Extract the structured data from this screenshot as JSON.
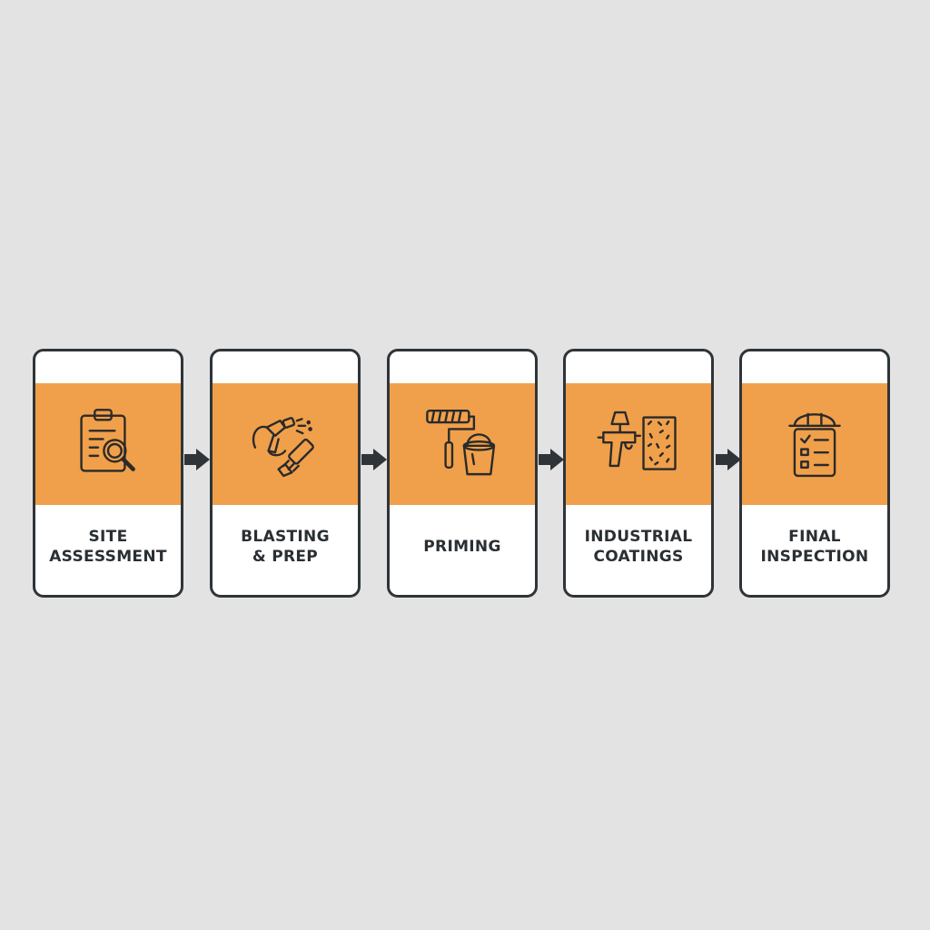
{
  "steps": [
    {
      "label": "SITE\nASSESSMENT",
      "icon": "clipboard-magnifier-icon"
    },
    {
      "label": "BLASTING\n& PREP",
      "icon": "sandblaster-brush-icon"
    },
    {
      "label": "PRIMING",
      "icon": "paint-roller-bucket-icon"
    },
    {
      "label": "INDUSTRIAL\nCOATINGS",
      "icon": "spray-gun-panel-icon"
    },
    {
      "label": "FINAL\nINSPECTION",
      "icon": "hardhat-checklist-icon"
    }
  ],
  "colors": {
    "background": "#e3e3e3",
    "accent": "#f0a04a",
    "outline": "#2f3438",
    "text": "#2a2f33"
  }
}
